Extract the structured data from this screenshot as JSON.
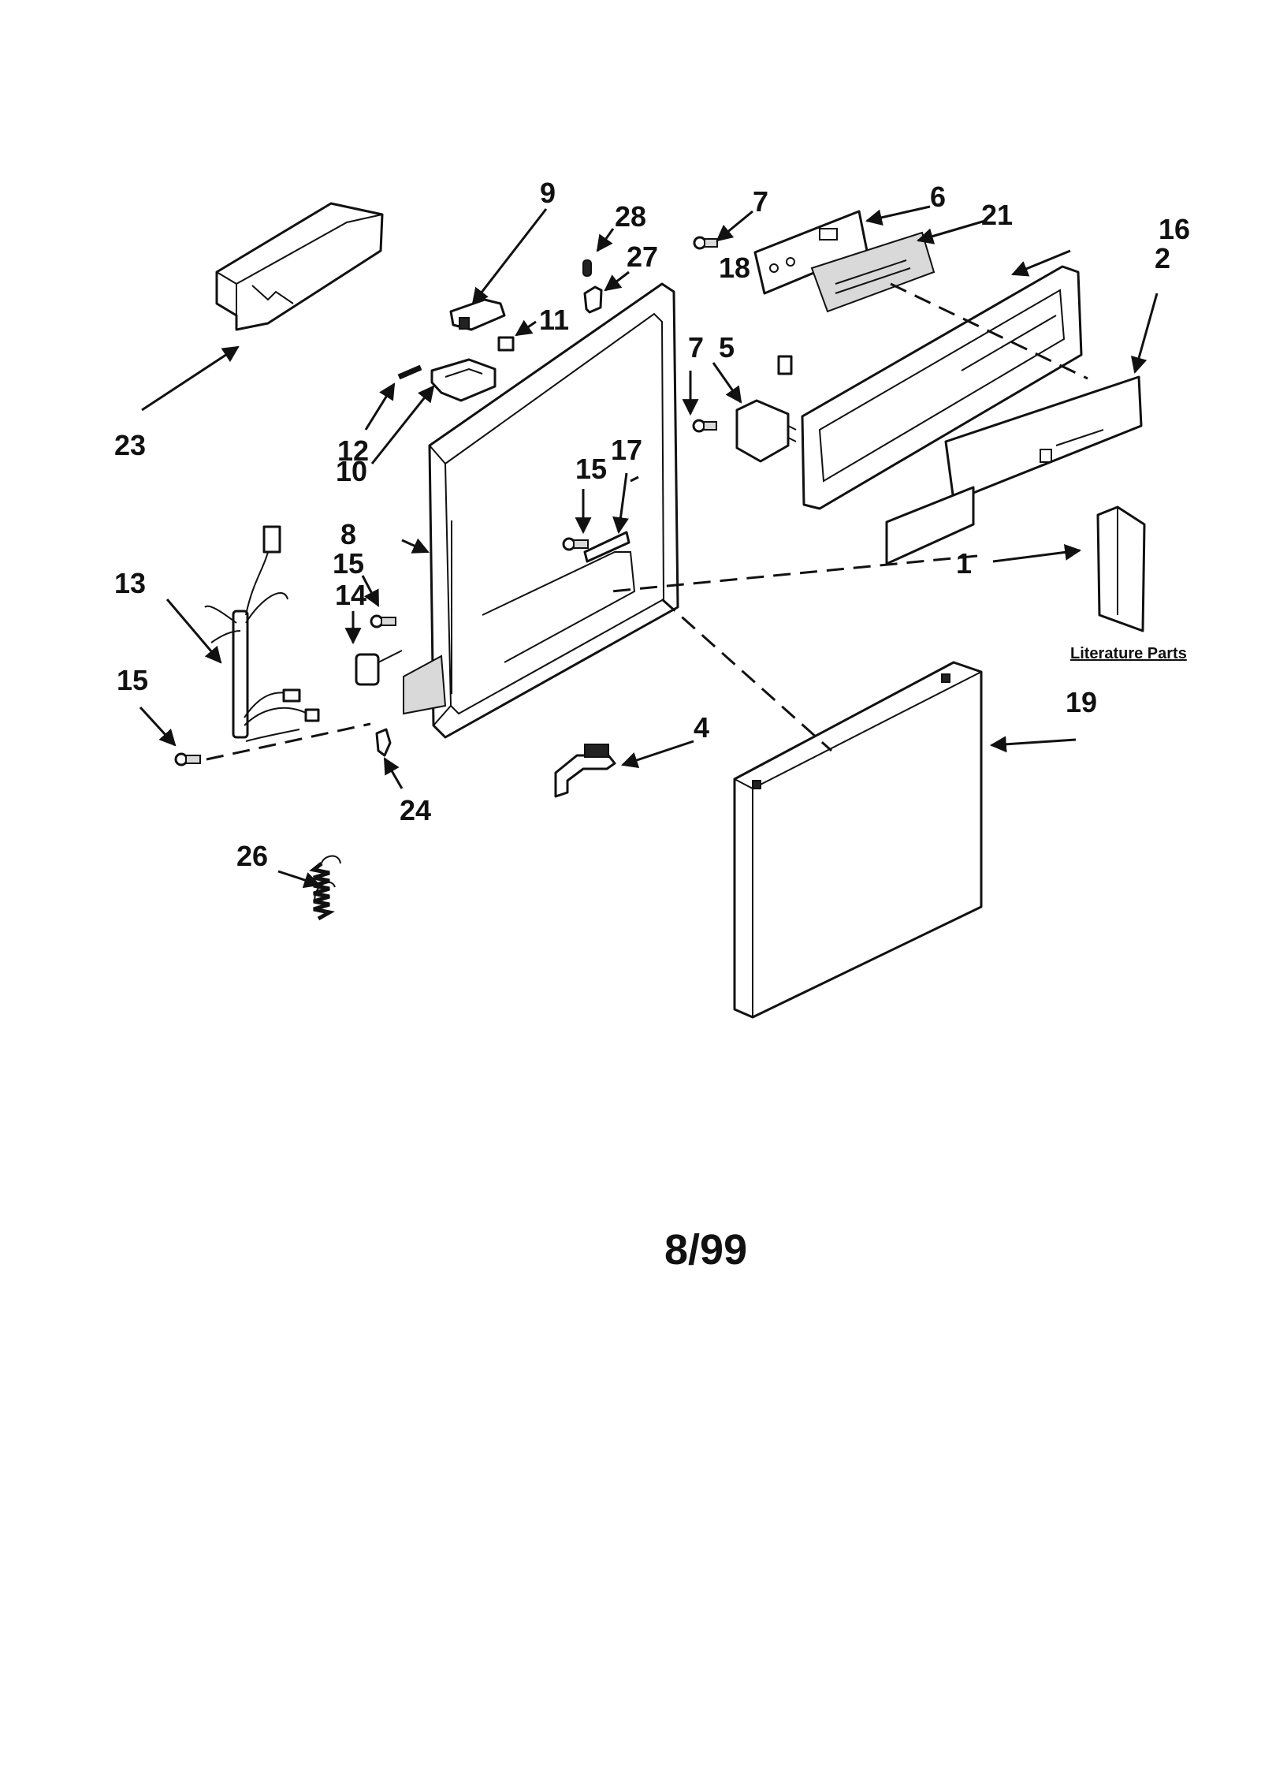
{
  "callouts": {
    "c1": "1",
    "c2": "2",
    "c4": "4",
    "c5": "5",
    "c6": "6",
    "c7a": "7",
    "c7b": "7",
    "c8": "8",
    "c9": "9",
    "c10": "10",
    "c11": "11",
    "c12": "12",
    "c13": "13",
    "c14": "14",
    "c15a": "15",
    "c15b": "15",
    "c15c": "15",
    "c16": "16",
    "c17": "17",
    "c18": "18",
    "c19": "19",
    "c21": "21",
    "c23": "23",
    "c24": "24",
    "c26": "26",
    "c27": "27",
    "c28": "28"
  },
  "literature_label": "Literature Parts",
  "date_code": "8/99"
}
